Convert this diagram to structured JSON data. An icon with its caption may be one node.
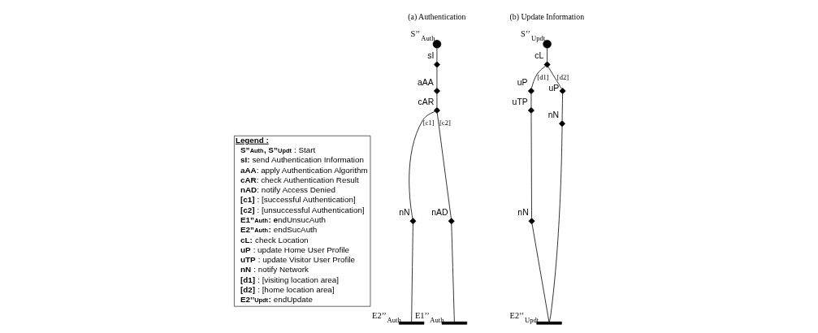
{
  "diagram": {
    "nodes": [
      {
        "text": [],
        "shape": "circle",
        "beside": [
          "S’’$_{Auth}$"
        ]
      },
      {
        "text": [],
        "shape": "cross",
        "beside": [
          "sI"
        ]
      },
      {
        "text": [],
        "shape": "cross",
        "beside": [
          "aAA"
        ]
      },
      {
        "text": [],
        "shape": "cross",
        "beside": [
          "cAR"
        ]
      },
      {
        "text": [],
        "shape": "cross",
        "beside": [
          "nN"
        ]
      },
      {
        "text": [],
        "shape": "bar",
        "beside": [
          "E2’’$_{Auth}$"
        ]
      },
      {
        "text": [],
        "shape": "cross",
        "beside": [
          "nAD"
        ]
      },
      {
        "text": [],
        "shape": "bar",
        "beside": [
          "E1’’$_{Auth}$"
        ]
      },
      {
        "text": [],
        "shape": "circle",
        "beside": [
          "S’’$_{Updt}$"
        ]
      },
      {
        "text": [],
        "shape": "cross",
        "beside": [
          "cL"
        ]
      },
      {
        "text": [],
        "shape": "cross",
        "beside": [
          "uP"
        ]
      },
      {
        "text": [],
        "shape": "cross",
        "beside": [
          "uTP"
        ]
      },
      {
        "text": [],
        "shape": "cross",
        "beside": [
          "nN"
        ]
      },
      {
        "text": [],
        "shape": "cross",
        "beside": [
          "uP"
        ]
      },
      {
        "text": [],
        "shape": "cross",
        "beside": [
          "nN"
        ]
      },
      {
        "text": [],
        "shape": "bar",
        "beside": [
          "E2’’$_{Updt}$"
        ]
      }
    ],
    "edges": [
      {
        "from": 0,
        "to": 1,
        "arrow": "none"
      },
      {
        "from": 1,
        "to": 2,
        "arrow": "none"
      },
      {
        "from": 2,
        "to": 3,
        "arrow": "none"
      },
      {
        "from": 3,
        "to": 4,
        "arrow": "none",
        "label": "[c1]"
      },
      {
        "from": 4,
        "to": 5,
        "arrow": "none"
      },
      {
        "from": 3,
        "to": 6,
        "arrow": "none",
        "label": "[c2]"
      },
      {
        "from": 6,
        "to": 7,
        "arrow": "none"
      },
      {
        "from": 8,
        "to": 9,
        "arrow": "none"
      },
      {
        "from": 9,
        "to": 10,
        "arrow": "none",
        "label": "[d1]"
      },
      {
        "from": 10,
        "to": 11,
        "arrow": "none"
      },
      {
        "from": 11,
        "to": 12,
        "arrow": "none"
      },
      {
        "from": 9,
        "to": 13,
        "arrow": "none",
        "label": "[d2]"
      },
      {
        "from": 13,
        "to": 14,
        "arrow": "none"
      },
      {
        "from": 12,
        "to": 15,
        "arrow": "none"
      },
      {
        "from": 14,
        "to": 15,
        "arrow": "none"
      }
    ],
    "labels": [
      "(a) Authentication",
      "(b) Update Information",
      "Legend :",
      "**S”$_{Auth}$, S”$_{Updt}$** : Start",
      "**sI:** send Authentication Information",
      "**aAA**: apply Authentication Algorithm",
      "**cAR**: check Authentication Result",
      "**nAD**: notify Access Denied",
      "**[c1]** : [successful Authentication]",
      "**[c2]** : [unsuccessful Authentication]",
      "**E1”$_{Auth}$: e**ndUnsucAuth",
      "**E2”$_{Auth}$:** endSucAuth",
      "**cL:** check Location",
      "**uP** : update Home User Profile",
      "**uTP** : update Visitor User Profile",
      "**nN** : notify Network",
      "**[d1]** : [visiting location area]",
      "**[d2]** : [home location area]",
      "**E2’’$_{Updt}$:** endUpdate"
    ]
  }
}
